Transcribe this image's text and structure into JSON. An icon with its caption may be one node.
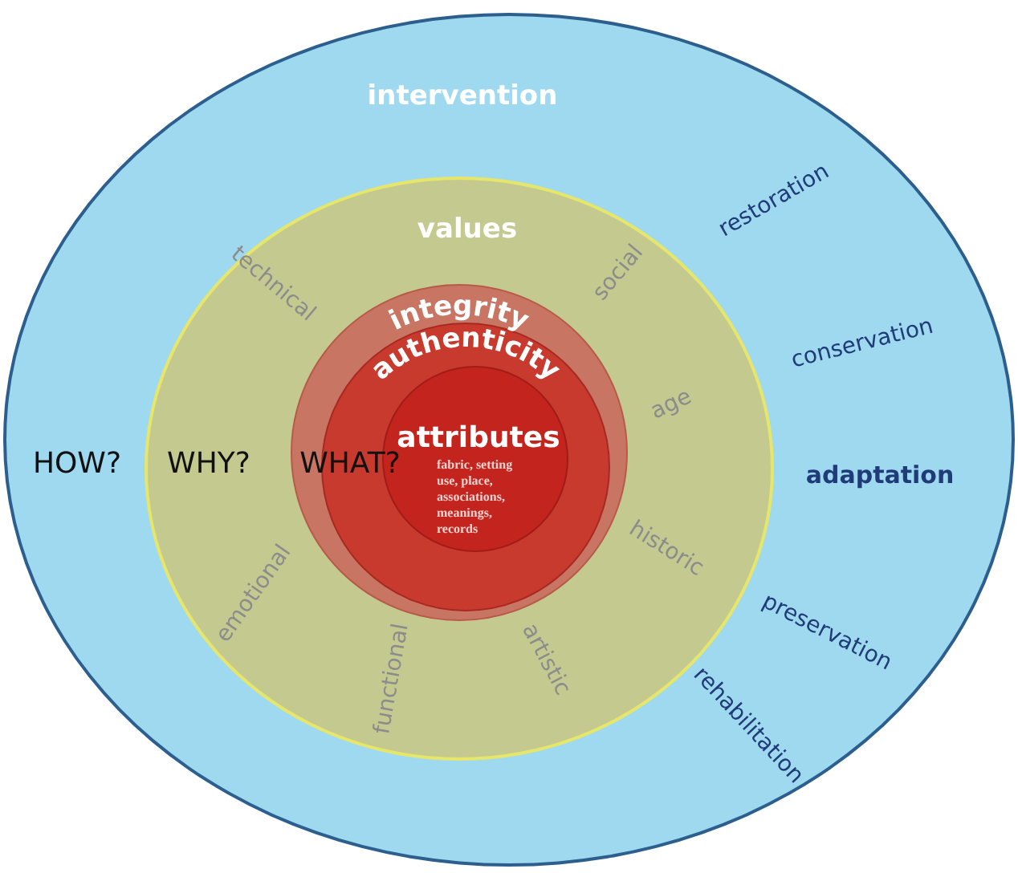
{
  "diagram": {
    "nodes": [
      {
        "text": [
          "intervention"
        ]
      },
      {
        "text": [
          "values"
        ],
        "in": 0
      },
      {
        "text": [
          "integrity"
        ],
        "in": 1
      },
      {
        "text": [
          "authenticity"
        ],
        "in": 2
      },
      {
        "text": [
          "attributes",
          "fabric, setting use, place, associations, meanings, records"
        ],
        "in": 3
      }
    ],
    "labels": [
      "restoration",
      "technical",
      "social",
      "conservation",
      "age",
      "HOW?",
      "WHY?",
      "WHAT?",
      "adaptation",
      "historic",
      "emotional",
      "preservation",
      "functional",
      "artistic",
      "rehabilitation"
    ]
  }
}
